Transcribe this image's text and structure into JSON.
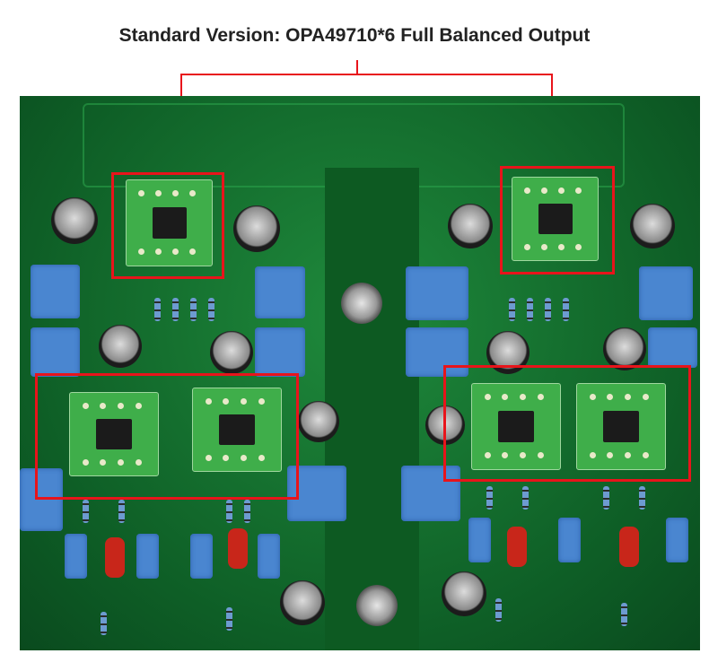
{
  "title": "Standard Version: OPA49710*6 Full Balanced Output",
  "colors": {
    "annotation": "#e8141b",
    "pcb": "#1a7a34"
  },
  "annotations": [
    {
      "label": "opamp-group-top-left"
    },
    {
      "label": "opamp-group-top-right"
    },
    {
      "label": "opamp-group-bottom-left"
    },
    {
      "label": "opamp-group-bottom-right"
    }
  ]
}
